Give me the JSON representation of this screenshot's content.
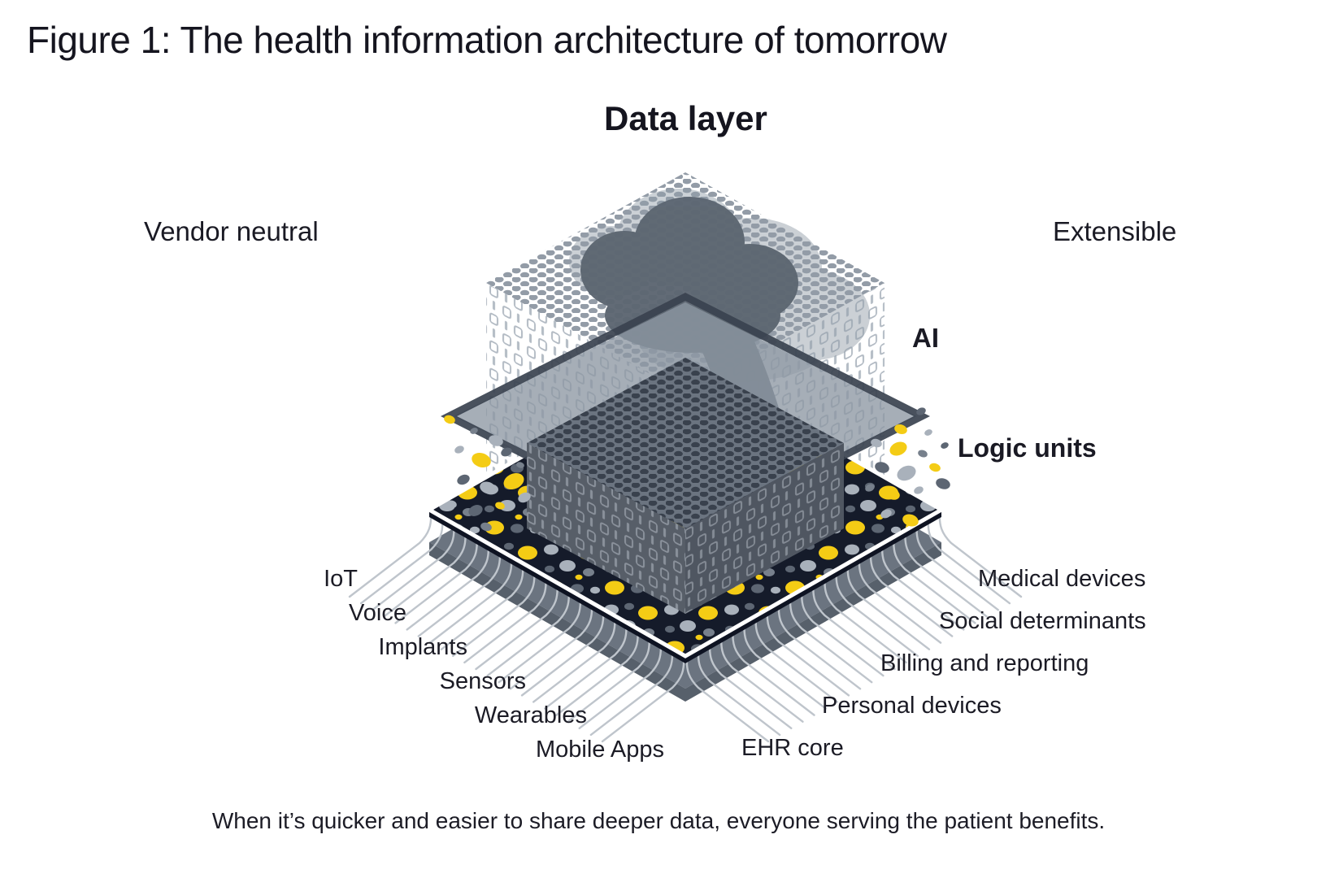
{
  "title": "Figure 1: The health information architecture of tomorrow",
  "diagram": {
    "top_label": "Data layer",
    "left_property": "Vendor neutral",
    "right_property": "Extensible",
    "ai_label": "AI",
    "logic_label": "Logic units",
    "left_inputs": [
      "IoT",
      "Voice",
      "Implants",
      "Sensors",
      "Wearables",
      "Mobile Apps"
    ],
    "right_inputs": [
      "Medical devices",
      "Social determinants",
      "Billing and reporting",
      "Personal devices",
      "EHR core"
    ]
  },
  "caption": "When it’s quicker and easier to share deeper data, everyone serving the patient benefits.",
  "colors": {
    "accent_yellow": "#F4CC15",
    "slab_navy": "#151B2A",
    "chip_base_gray": "#6B7480",
    "plane_gray": "#8D97A3",
    "cloud_dark": "#5C6671",
    "cloud_light": "#939EA9",
    "binary_glyph_gray": "#B3BBC4",
    "halftone_dot_gray": "#939CA7",
    "text_dark": "#1A1A24"
  }
}
